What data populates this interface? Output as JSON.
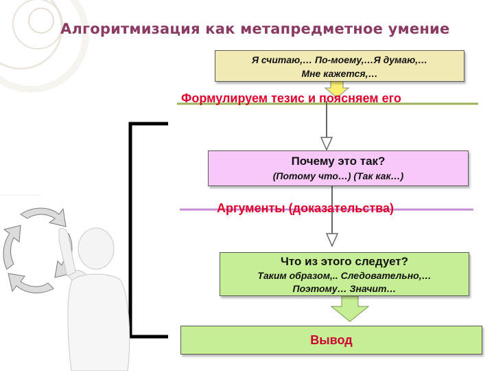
{
  "title": "Алгоритмизация как метапредметное умение",
  "box1": {
    "line1": "Я считаю,… По-моему,…Я думаю,…",
    "line2": "Мне кажется,…"
  },
  "label1": "Формулируем тезис и поясняем его",
  "box2": {
    "main": "Почему это так?",
    "sub": "(Потому что…) (Так как…)"
  },
  "label2": "Аргументы (доказательства)",
  "box3": {
    "main": "Что из этого следует?",
    "line2": "Таким образом,.. Следовательно,…",
    "line3": "Поэтому… Значит…"
  },
  "box4": "Вывод",
  "colors": {
    "title": "#8a3a63",
    "label": "#e0002a",
    "box_yellow": "#f2eab5",
    "box_pink": "#f8c8f8",
    "box_green": "#c6ee95",
    "arrow_yellow": "#fbf070",
    "arrow_green": "#c6ee95"
  },
  "icons": [
    "decorative-circles-icon",
    "cycle-arrows-icon",
    "person-figure-icon",
    "bracket-icon"
  ]
}
